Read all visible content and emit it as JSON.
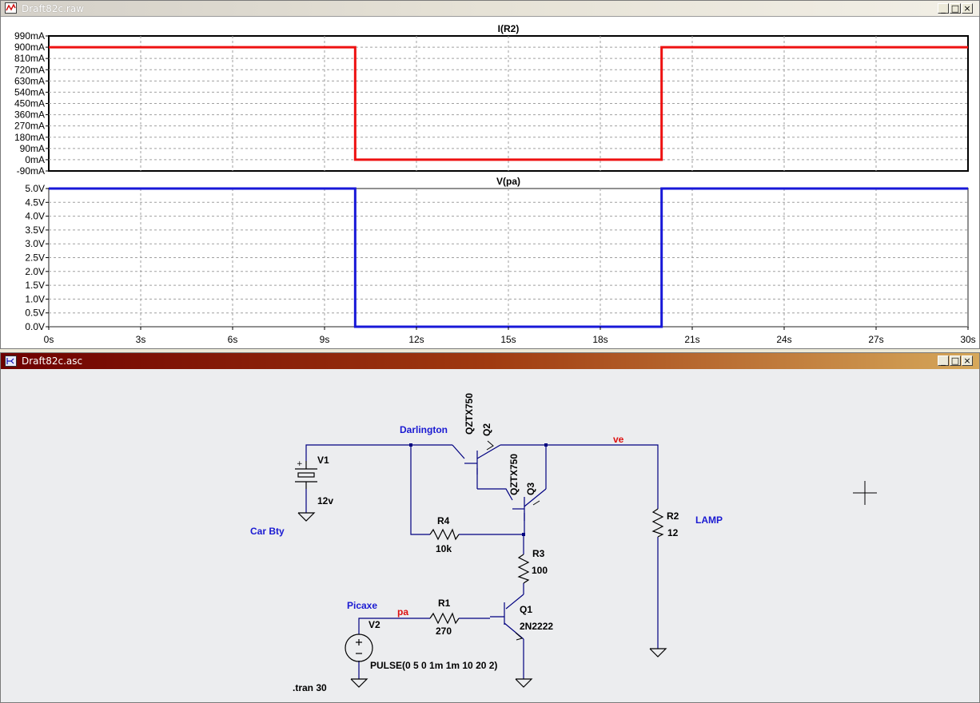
{
  "waveform_window": {
    "title": "Draft82c.raw",
    "controls": [
      "_",
      "□",
      "×"
    ]
  },
  "schematic_window": {
    "title": "Draft82c.asc",
    "controls": [
      "_",
      "□",
      "×"
    ]
  },
  "colors": {
    "trace_current": "#ee1111",
    "trace_voltage": "#1818d8",
    "wire": "#000080",
    "node_label": "#dd1010",
    "comment_label": "#1a1ad2"
  },
  "chart_data": [
    {
      "type": "line",
      "title": "I(R2)",
      "y_ticks": [
        "990mA",
        "900mA",
        "810mA",
        "720mA",
        "630mA",
        "540mA",
        "450mA",
        "360mA",
        "270mA",
        "180mA",
        "90mA",
        "0mA",
        "-90mA"
      ],
      "ylim": [
        -90,
        990
      ],
      "y_unit": "mA",
      "grid": true,
      "series": [
        {
          "name": "I(R2)",
          "x": [
            0,
            10,
            10,
            20,
            20,
            30
          ],
          "y": [
            900,
            900,
            0,
            0,
            900,
            900
          ]
        }
      ]
    },
    {
      "type": "line",
      "title": "V(pa)",
      "y_ticks": [
        "5.0V",
        "4.5V",
        "4.0V",
        "3.5V",
        "3.0V",
        "2.5V",
        "2.0V",
        "1.5V",
        "1.0V",
        "0.5V",
        "0.0V"
      ],
      "ylim": [
        0,
        5
      ],
      "y_unit": "V",
      "x_ticks": [
        "0s",
        "3s",
        "6s",
        "9s",
        "12s",
        "15s",
        "18s",
        "21s",
        "24s",
        "27s",
        "30s"
      ],
      "xlim": [
        0,
        30
      ],
      "grid": true,
      "series": [
        {
          "name": "V(pa)",
          "x": [
            0,
            10,
            10,
            20,
            20,
            30
          ],
          "y": [
            5,
            5,
            0,
            0,
            5,
            5
          ]
        }
      ]
    }
  ],
  "schematic": {
    "labels": {
      "darlington": "Darlington",
      "q2_model": "QZTX750",
      "q2_name": "Q2",
      "q3_model": "QZTX750",
      "q3_name": "Q3",
      "ve": "ve",
      "v1_name": "V1",
      "v1_value": "12v",
      "car_bty": "Car Bty",
      "r4_name": "R4",
      "r4_value": "10k",
      "r3_name": "R3",
      "r3_value": "100",
      "r2_name": "R2",
      "r2_value": "12",
      "lamp": "LAMP",
      "picaxe": "Picaxe",
      "pa": "pa",
      "r1_name": "R1",
      "r1_value": "270",
      "v2_name": "V2",
      "q1_name": "Q1",
      "q1_model": "2N2222",
      "pulse": "PULSE(0 5 0 1m 1m 10 20 2)",
      "tran": ".tran 30"
    }
  }
}
